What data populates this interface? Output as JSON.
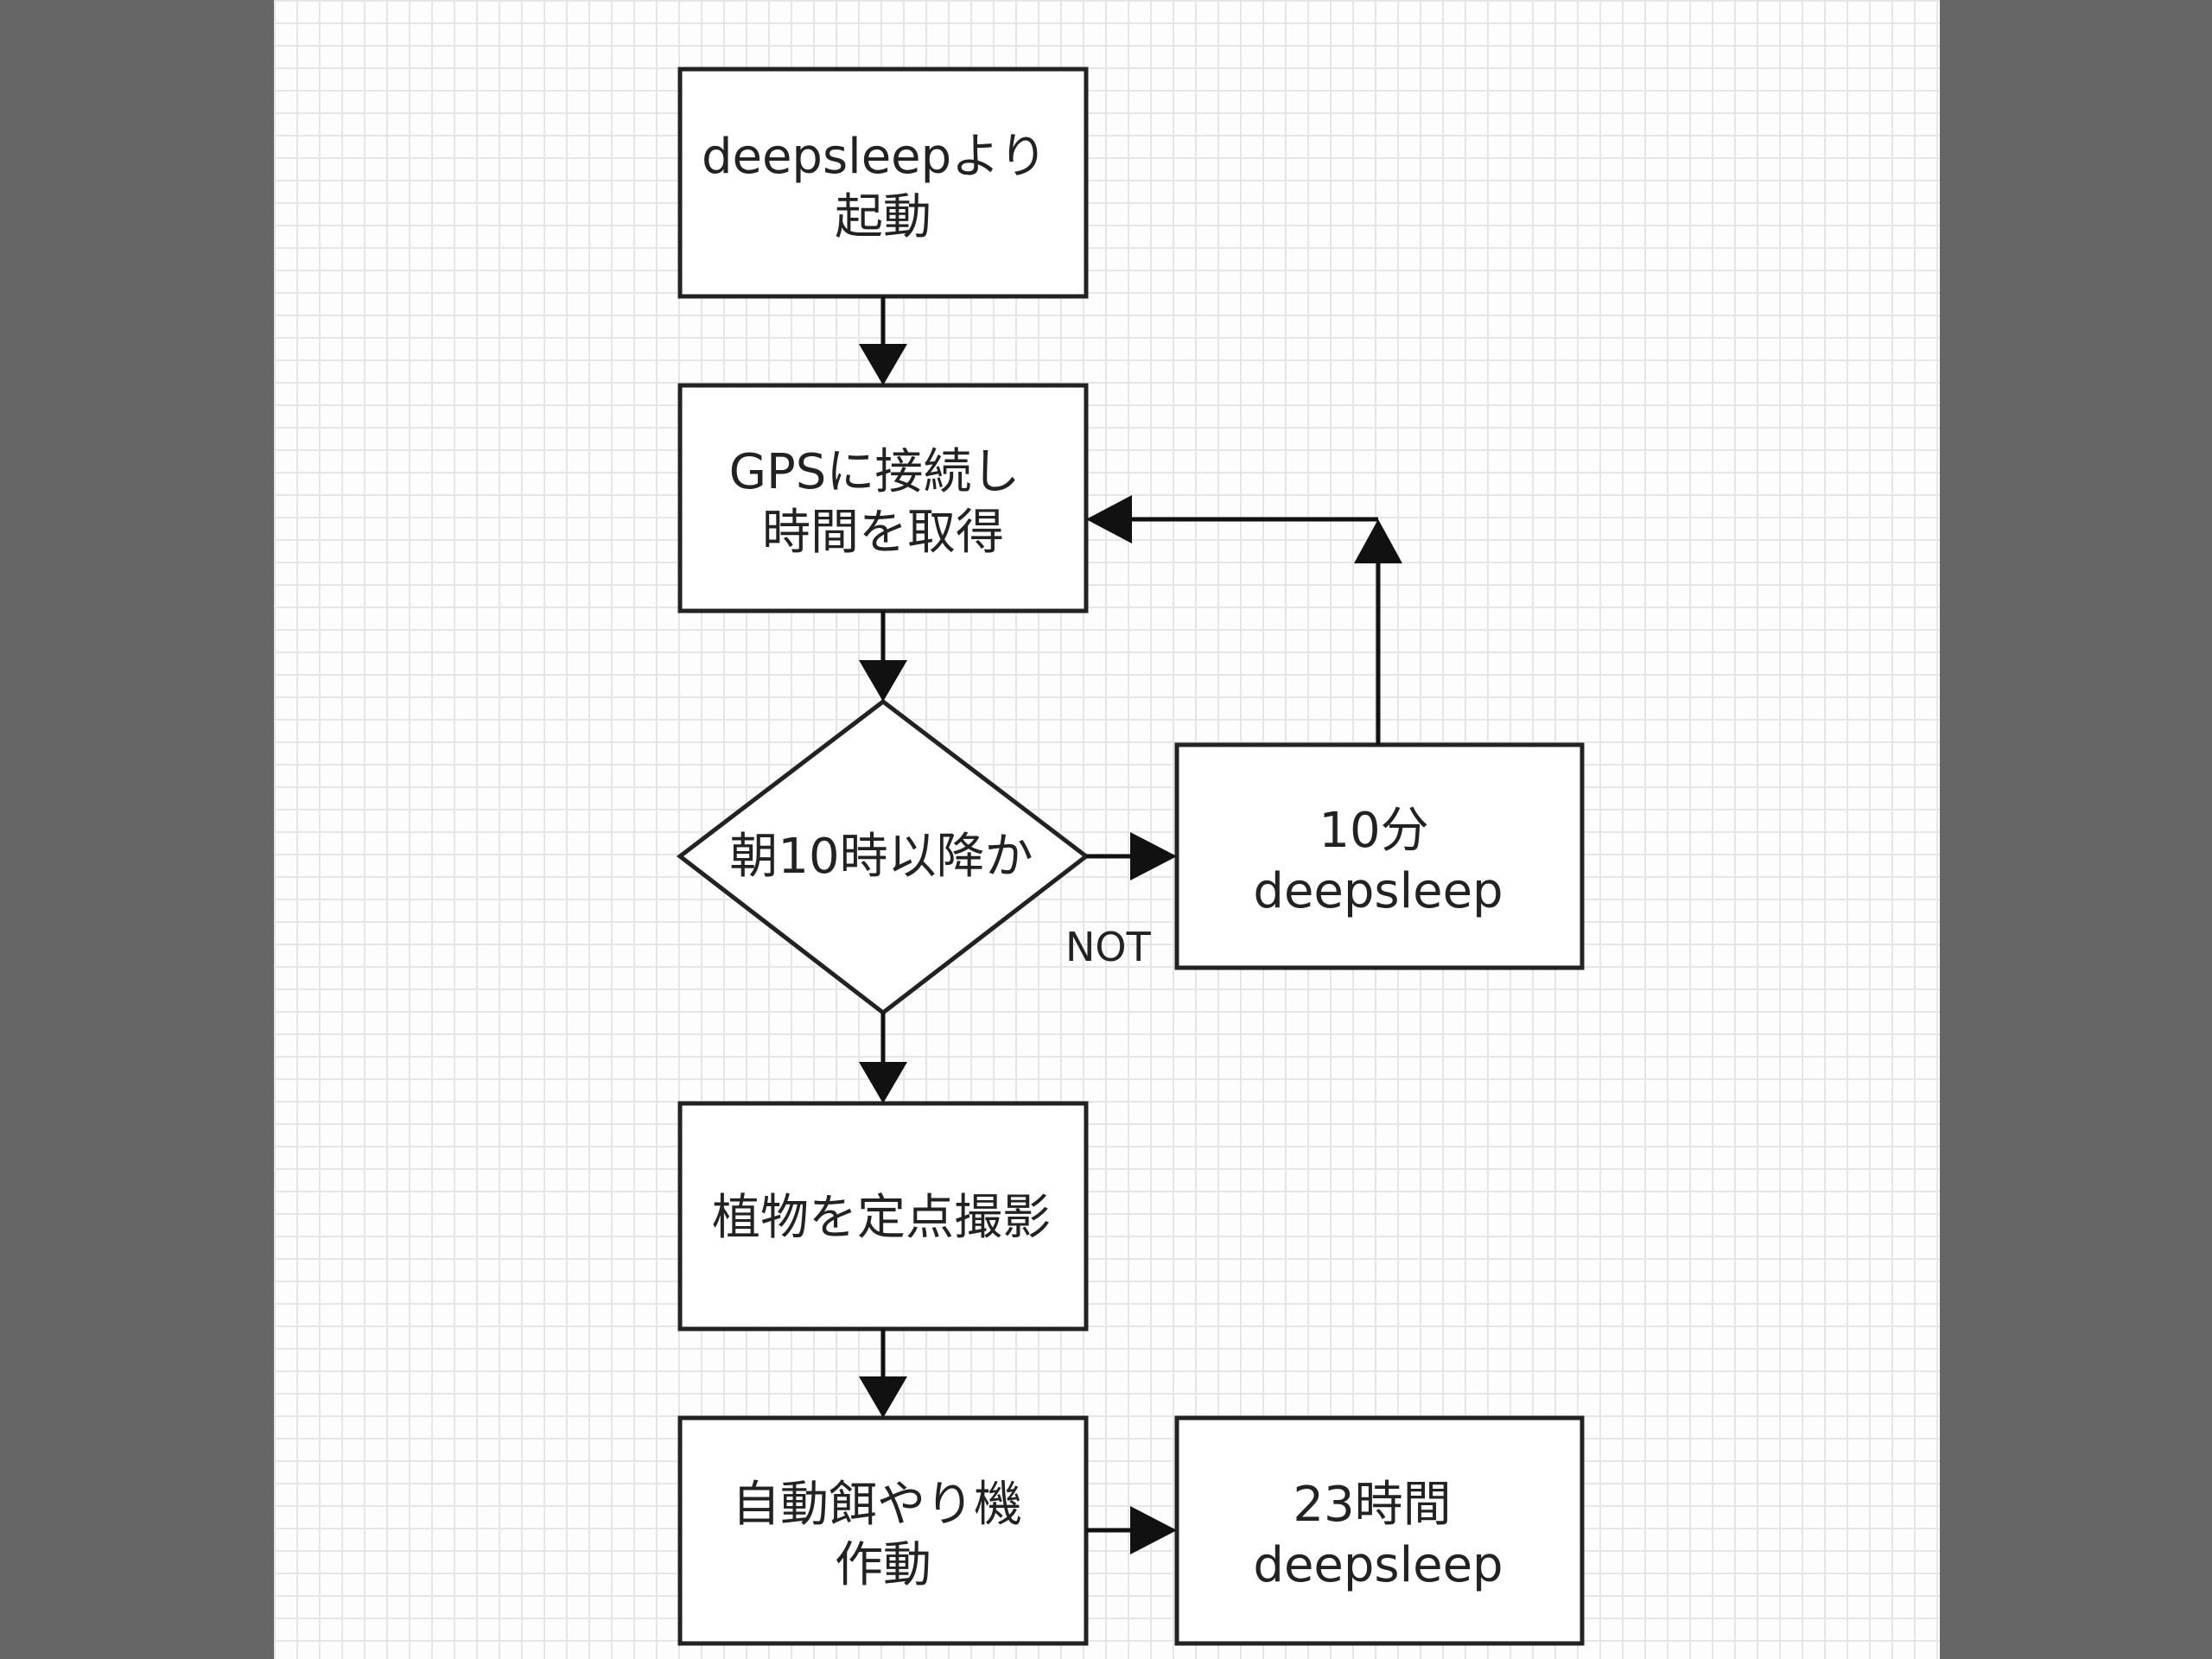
{
  "nodes": {
    "start": [
      "deepsleepより",
      "起動"
    ],
    "gps": [
      "GPSに接続し",
      "時間を取得"
    ],
    "decision": [
      "朝10時以降か"
    ],
    "sleep10": [
      "10分",
      "deepsleep"
    ],
    "photo": [
      "植物を定点撮影"
    ],
    "feed": [
      "自動餌やり機",
      "作動"
    ],
    "sleep23": [
      "23時間",
      "deepsleep"
    ]
  },
  "edge_labels": {
    "not": "NOT"
  }
}
